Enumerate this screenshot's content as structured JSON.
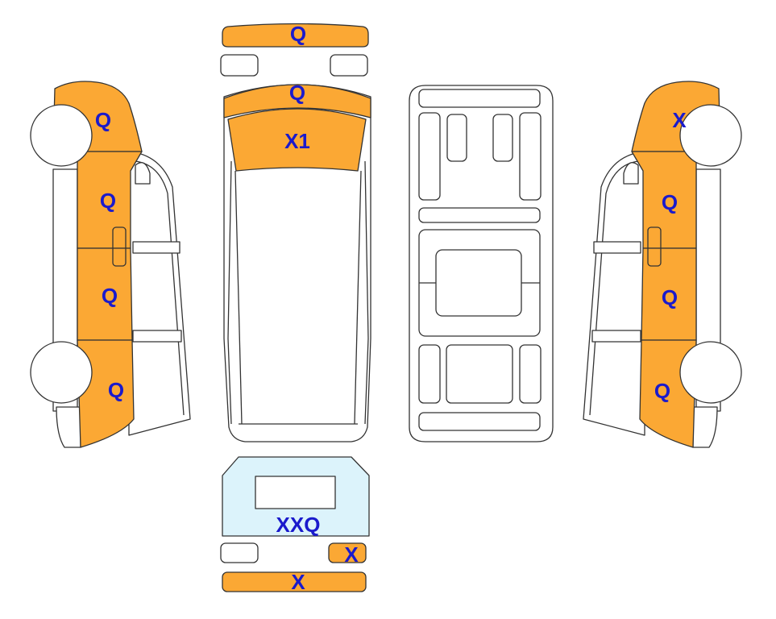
{
  "colors": {
    "damage_fill": "#fba834",
    "rear_door_fill": "#dcf3fb",
    "code_text": "#1a1acc",
    "outline": "#333333",
    "panel_white": "#ffffff"
  },
  "panels": {
    "front_bumper": {
      "code": "Q"
    },
    "hood": {
      "code": "Q"
    },
    "windshield": {
      "code": "X1"
    },
    "left_front_fender": {
      "code": "Q"
    },
    "left_front_door": {
      "code": "Q"
    },
    "left_sliding_door": {
      "code": "Q"
    },
    "left_rear_quarter": {
      "code": "Q"
    },
    "right_front_fender": {
      "code": "X"
    },
    "right_front_door": {
      "code": "Q"
    },
    "right_sliding_door": {
      "code": "Q"
    },
    "right_rear_quarter": {
      "code": "Q"
    },
    "rear_door": {
      "code": "XXQ"
    },
    "rear_right_lamp": {
      "code": "X"
    },
    "rear_bumper": {
      "code": "X"
    }
  }
}
